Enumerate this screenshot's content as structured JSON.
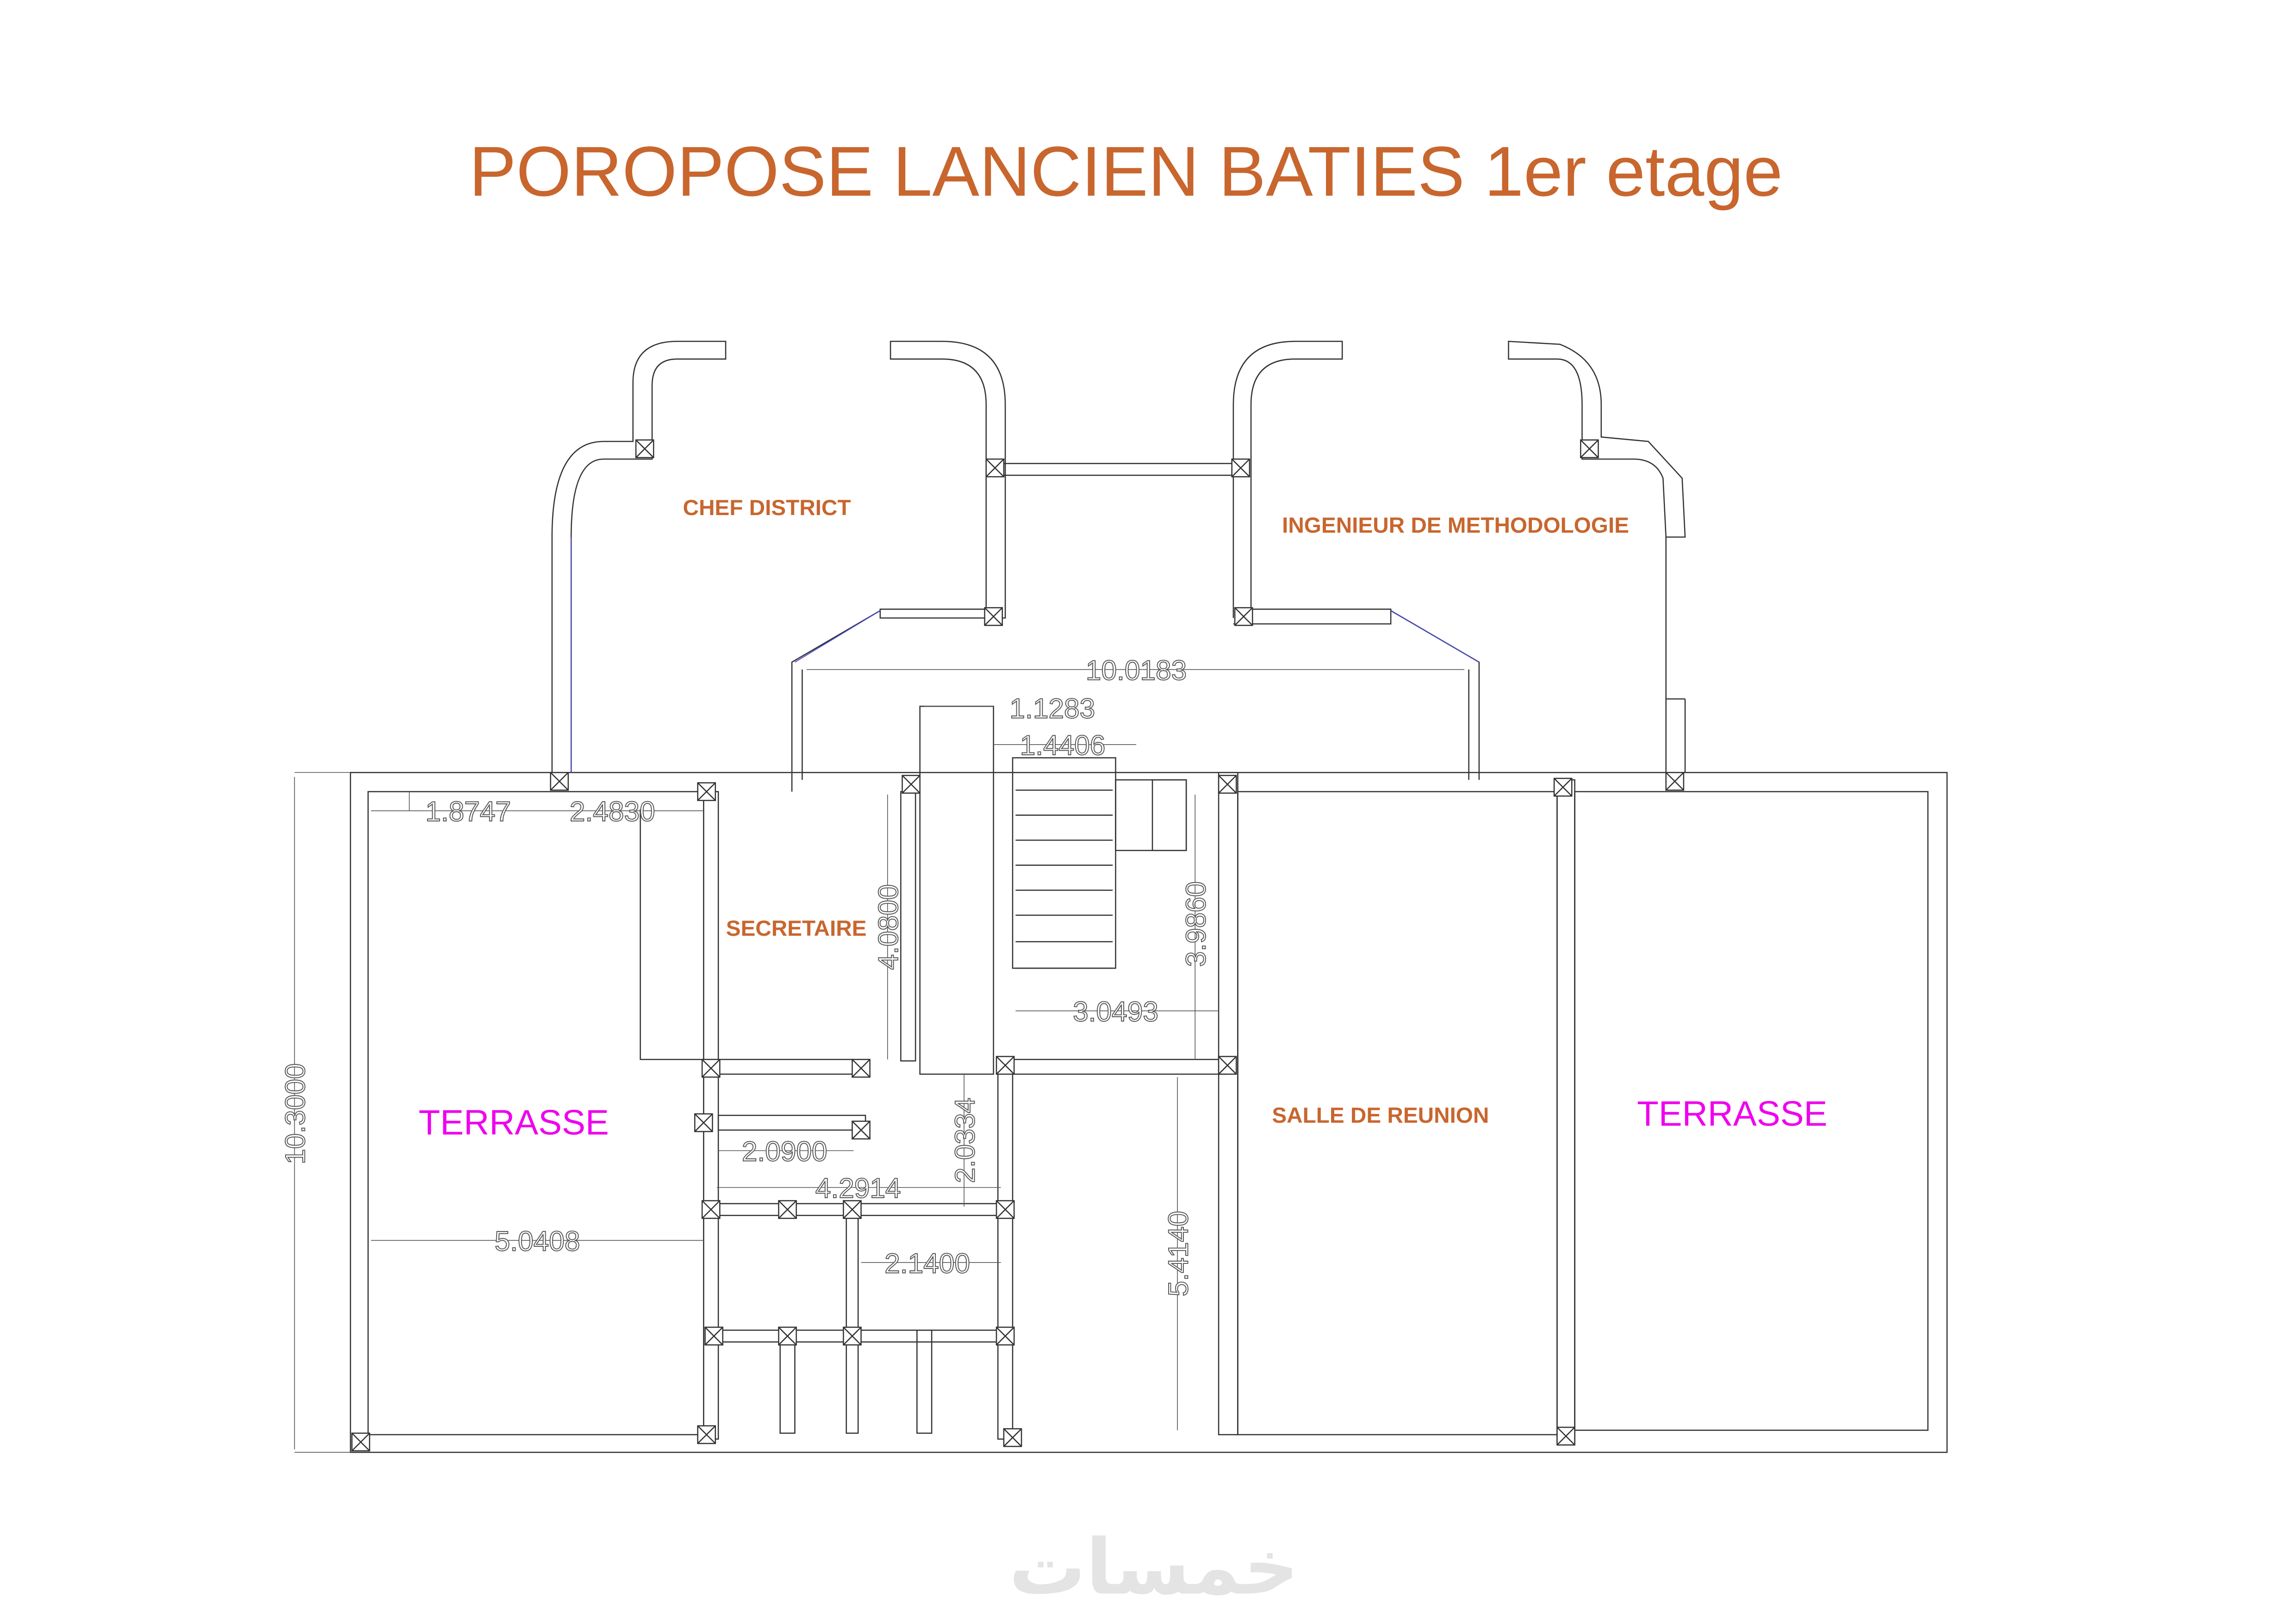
{
  "title": "POROPOSE LANCIEN BATIES 1er etage",
  "rooms": {
    "chef_district": "CHEF DISTRICT",
    "ingenieur": "INGENIEUR DE METHODOLOGIE",
    "secretaire": "SECRETAIRE",
    "terrasse_left": "TERRASSE",
    "salle_reunion": "SALLE DE REUNION",
    "terrasse_right": "TERRASSE"
  },
  "dimensions": {
    "d10_0183": "10.0183",
    "d1_1283": "1.1283",
    "d1_4406": "1.4406",
    "d1_8747": "1.8747",
    "d2_4830": "2.4830",
    "d4_0800": "4.0800",
    "d3_9860": "3.9860",
    "d3_0493": "3.0493",
    "d10_3000": "10.3000",
    "d2_0900": "2.0900",
    "d2_0334": "2.0334",
    "d4_2914": "4.2914",
    "d5_0408": "5.0408",
    "d2_1400": "2.1400",
    "d5_4140": "5.4140"
  },
  "watermark": "خمسات",
  "colors": {
    "room_label": "#c8662e",
    "terrasse_label": "#ee00ee"
  }
}
